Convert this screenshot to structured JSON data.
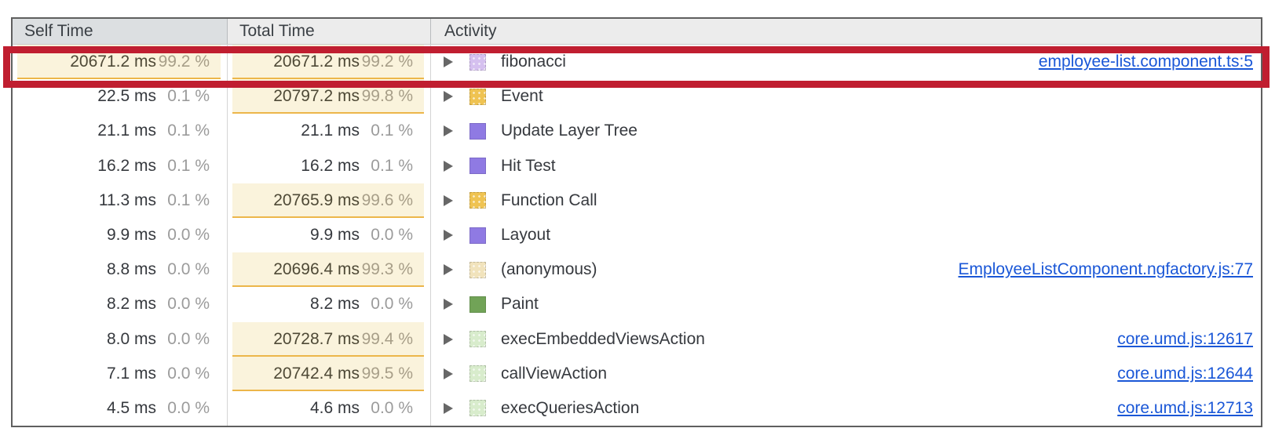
{
  "table": {
    "columns": [
      {
        "label": "Self Time"
      },
      {
        "label": "Total Time"
      },
      {
        "label": "Activity"
      }
    ],
    "rows": [
      {
        "self_ms": "20671.2 ms",
        "self_pct": "99.2 %",
        "self_hl": true,
        "total_ms": "20671.2 ms",
        "total_pct": "99.2 %",
        "total_hl": true,
        "activity": "fibonacci",
        "swatch_color": "#d5c0ef",
        "swatch_pattern": "dotted",
        "link": "employee-list.component.ts:5",
        "annotated": true
      },
      {
        "self_ms": "22.5 ms",
        "self_pct": "0.1 %",
        "self_hl": false,
        "total_ms": "20797.2 ms",
        "total_pct": "99.8 %",
        "total_hl": true,
        "activity": "Event",
        "swatch_color": "#efc352",
        "swatch_pattern": "dotted",
        "link": "",
        "annotated": false
      },
      {
        "self_ms": "21.1 ms",
        "self_pct": "0.1 %",
        "self_hl": false,
        "total_ms": "21.1 ms",
        "total_pct": "0.1 %",
        "total_hl": false,
        "activity": "Update Layer Tree",
        "swatch_color": "#8f7ae3",
        "swatch_pattern": "solid",
        "link": "",
        "annotated": false
      },
      {
        "self_ms": "16.2 ms",
        "self_pct": "0.1 %",
        "self_hl": false,
        "total_ms": "16.2 ms",
        "total_pct": "0.1 %",
        "total_hl": false,
        "activity": "Hit Test",
        "swatch_color": "#8f7ae3",
        "swatch_pattern": "solid",
        "link": "",
        "annotated": false
      },
      {
        "self_ms": "11.3 ms",
        "self_pct": "0.1 %",
        "self_hl": false,
        "total_ms": "20765.9 ms",
        "total_pct": "99.6 %",
        "total_hl": true,
        "activity": "Function Call",
        "swatch_color": "#efc352",
        "swatch_pattern": "dotted",
        "link": "",
        "annotated": false
      },
      {
        "self_ms": "9.9 ms",
        "self_pct": "0.0 %",
        "self_hl": false,
        "total_ms": "9.9 ms",
        "total_pct": "0.0 %",
        "total_hl": false,
        "activity": "Layout",
        "swatch_color": "#8f7ae3",
        "swatch_pattern": "solid",
        "link": "",
        "annotated": false
      },
      {
        "self_ms": "8.8 ms",
        "self_pct": "0.0 %",
        "self_hl": false,
        "total_ms": "20696.4 ms",
        "total_pct": "99.3 %",
        "total_hl": true,
        "activity": "(anonymous)",
        "swatch_color": "#f1e3bc",
        "swatch_pattern": "dotted",
        "link": "EmployeeListComponent.ngfactory.js:77",
        "annotated": false
      },
      {
        "self_ms": "8.2 ms",
        "self_pct": "0.0 %",
        "self_hl": false,
        "total_ms": "8.2 ms",
        "total_pct": "0.0 %",
        "total_hl": false,
        "activity": "Paint",
        "swatch_color": "#71a357",
        "swatch_pattern": "solid",
        "link": "",
        "annotated": false
      },
      {
        "self_ms": "8.0 ms",
        "self_pct": "0.0 %",
        "self_hl": false,
        "total_ms": "20728.7 ms",
        "total_pct": "99.4 %",
        "total_hl": true,
        "activity": "execEmbeddedViewsAction",
        "swatch_color": "#d8eccc",
        "swatch_pattern": "dotted",
        "link": "core.umd.js:12617",
        "annotated": false
      },
      {
        "self_ms": "7.1 ms",
        "self_pct": "0.0 %",
        "self_hl": false,
        "total_ms": "20742.4 ms",
        "total_pct": "99.5 %",
        "total_hl": true,
        "activity": "callViewAction",
        "swatch_color": "#d8eccc",
        "swatch_pattern": "dotted",
        "link": "core.umd.js:12644",
        "annotated": false
      },
      {
        "self_ms": "4.5 ms",
        "self_pct": "0.0 %",
        "self_hl": false,
        "total_ms": "4.6 ms",
        "total_pct": "0.0 %",
        "total_hl": false,
        "activity": "execQueriesAction",
        "swatch_color": "#d8eccc",
        "swatch_pattern": "dotted",
        "link": "core.umd.js:12713",
        "annotated": false
      }
    ]
  },
  "colors": {
    "highlight_bg": "#faf3dc",
    "highlight_border": "#ecb64a",
    "link_color": "#1a57d7",
    "annotation_box": "#c01e30",
    "sorted_header_bg": "#dcdfe1",
    "header_bg": "#ececec"
  }
}
